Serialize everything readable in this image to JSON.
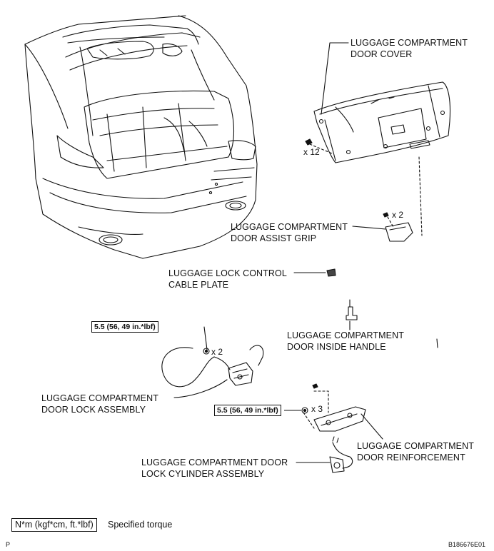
{
  "labels": {
    "door_cover": [
      "LUGGAGE COMPARTMENT",
      "DOOR COVER"
    ],
    "assist_grip": [
      "LUGGAGE COMPARTMENT",
      "DOOR ASSIST GRIP"
    ],
    "cable_plate": [
      "LUGGAGE LOCK CONTROL",
      "CABLE PLATE"
    ],
    "inside_handle": [
      "LUGGAGE COMPARTMENT",
      "DOOR INSIDE HANDLE"
    ],
    "lock_assembly": [
      "LUGGAGE COMPARTMENT",
      "DOOR LOCK ASSEMBLY"
    ],
    "reinforcement": [
      "LUGGAGE COMPARTMENT",
      "DOOR REINFORCEMENT"
    ],
    "lock_cylinder": [
      "LUGGAGE COMPARTMENT DOOR",
      "LOCK CYLINDER ASSEMBLY"
    ]
  },
  "quantities": {
    "clips_cover": "x 12",
    "screws_grip": "x 2",
    "bolts_lock": "x 2",
    "bolts_reinforcement": "x 3"
  },
  "torque_specs": {
    "lock_assembly": "5.5 (56, 49 in.*lbf)",
    "reinforcement": "5.5 (56, 49 in.*lbf)"
  },
  "legend": {
    "box": "N*m (kgf*cm, ft.*lbf)",
    "text": "Specified torque"
  },
  "footer": {
    "left": "P",
    "right": "B186676E01"
  },
  "icons": [
    "car-rear-view-illustration",
    "door-cover-panel",
    "clip",
    "assist-grip",
    "cable-plate",
    "inside-handle",
    "door-lock-assembly",
    "door-reinforcement",
    "lock-cylinder"
  ]
}
